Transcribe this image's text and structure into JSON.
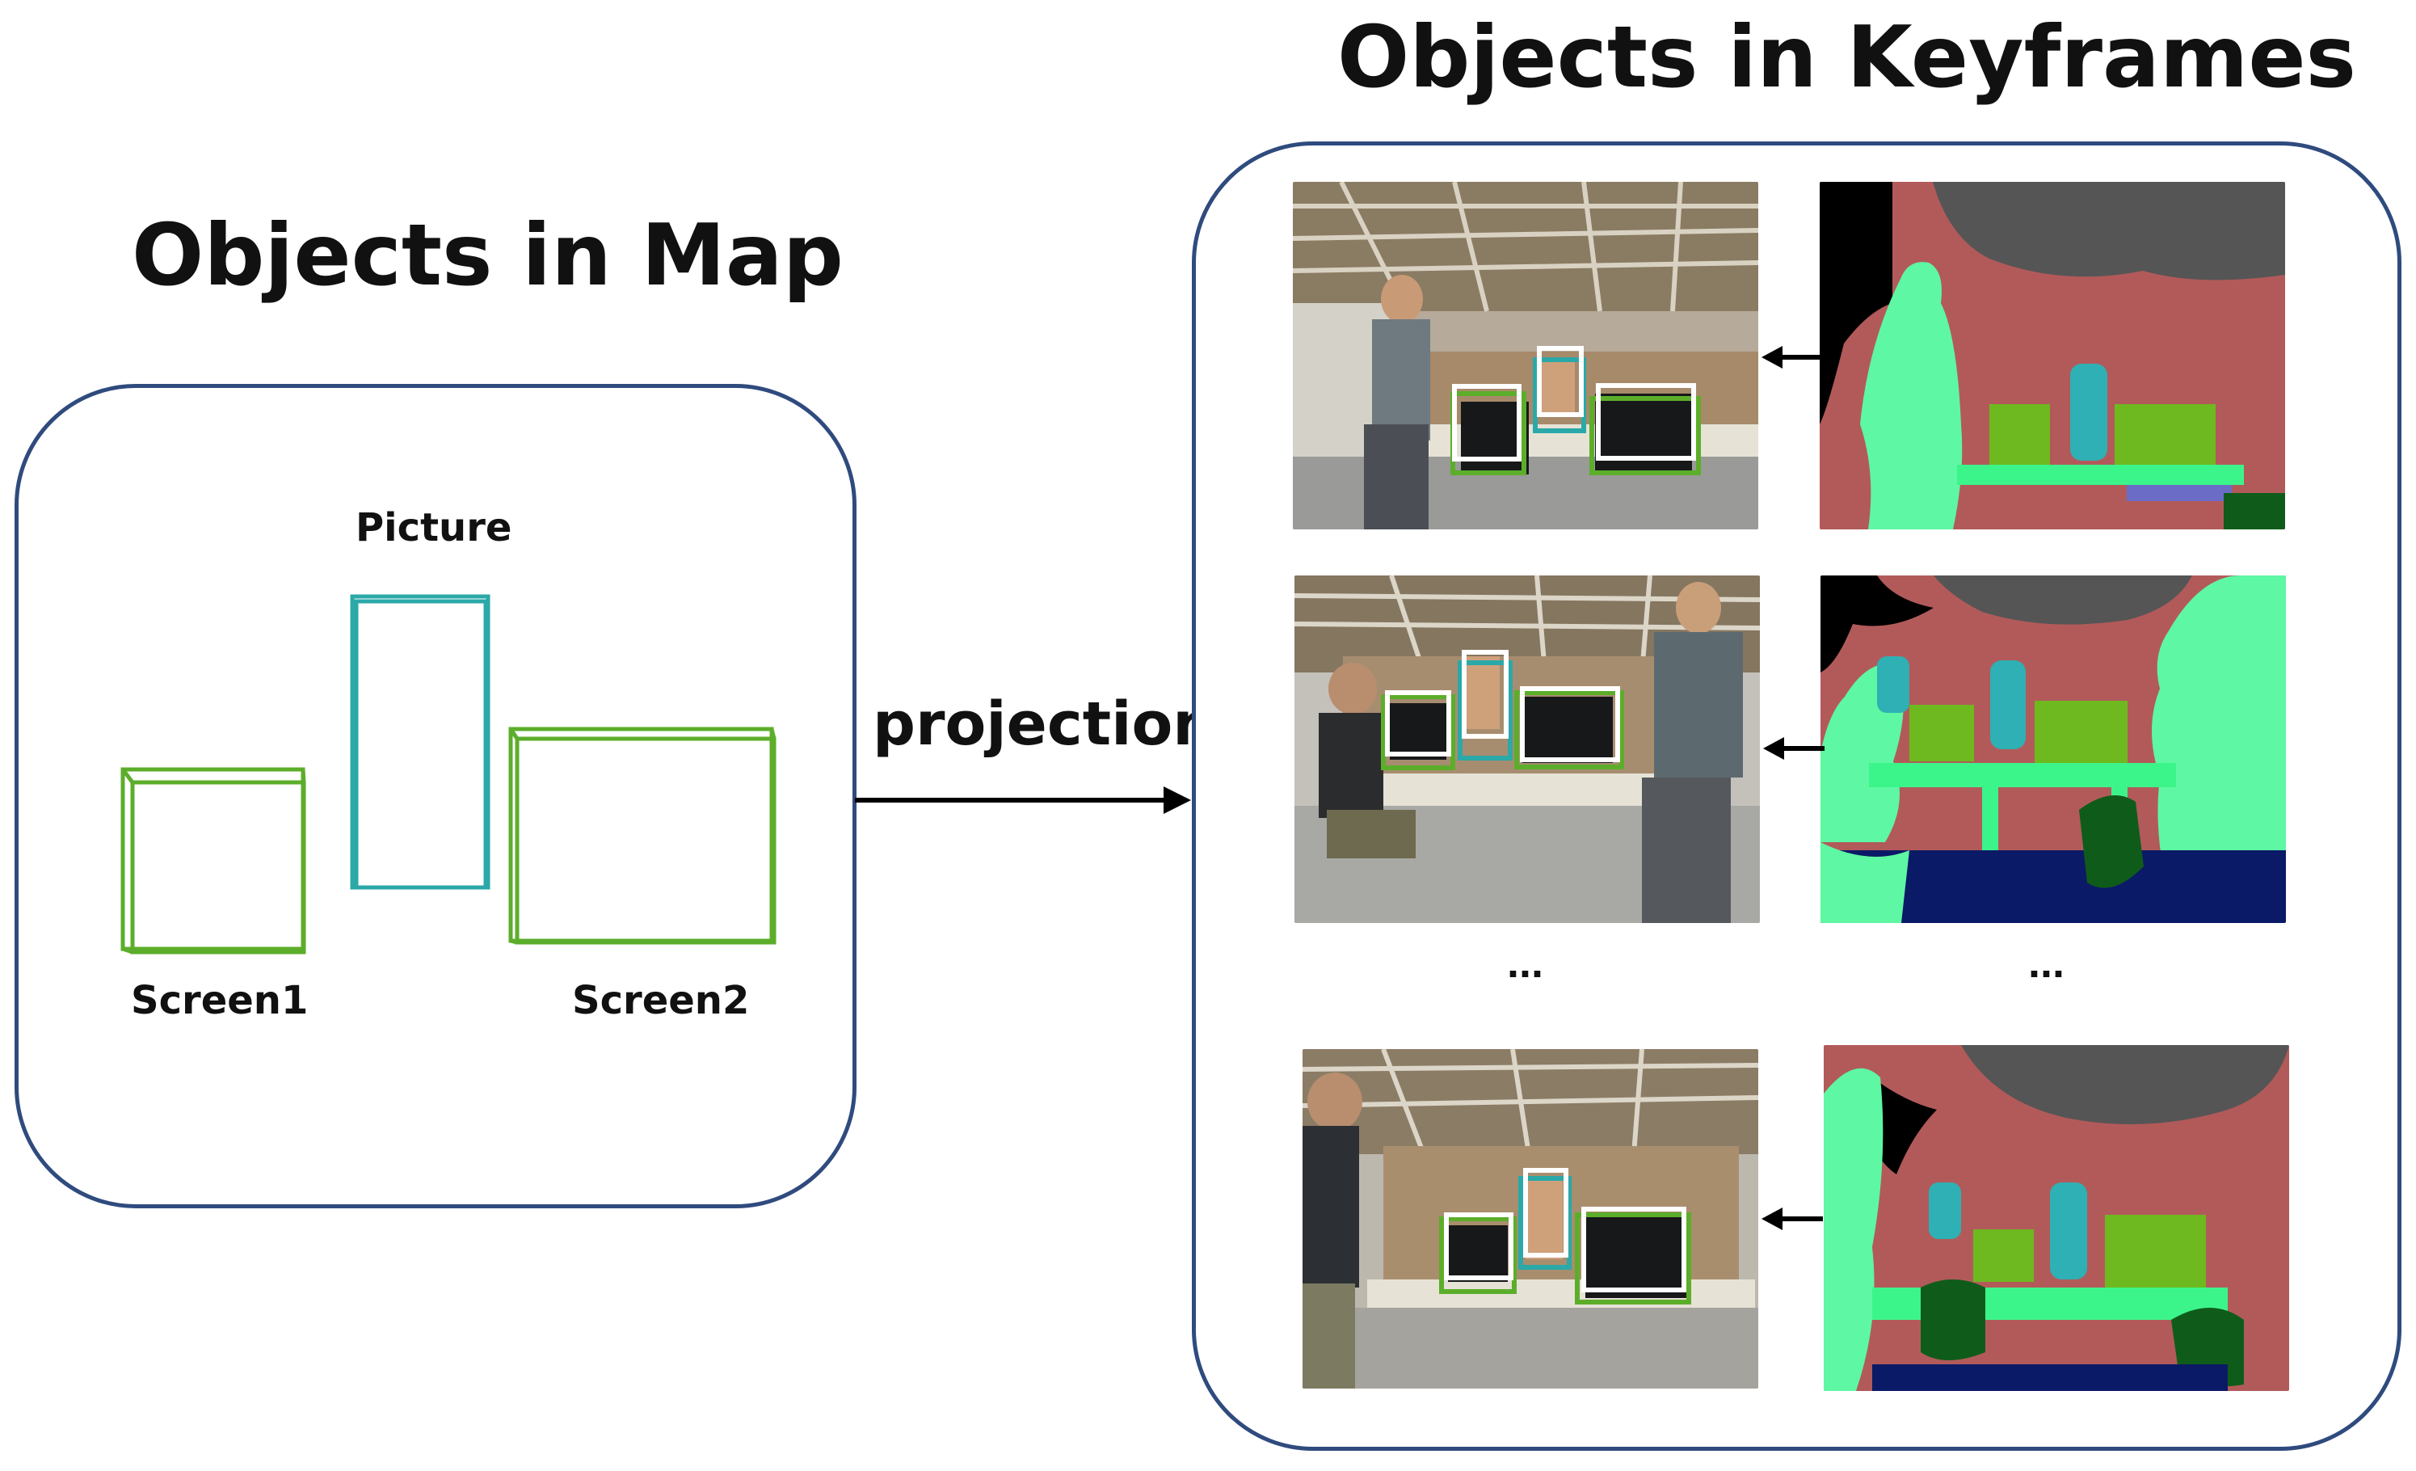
{
  "left_panel": {
    "title": "Objects in Map",
    "objects": [
      {
        "label": "Picture",
        "color": "#2ba8a8"
      },
      {
        "label": "Screen1",
        "color": "#5cae2a"
      },
      {
        "label": "Screen2",
        "color": "#5cae2a"
      }
    ]
  },
  "arrow": {
    "label": "projection"
  },
  "right_panel": {
    "title": "Objects in Keyframes",
    "ellipsis_left": "...",
    "ellipsis_right": "..."
  },
  "colors": {
    "panel_border": "#2f4b7e",
    "screen_box": "#5cae2a",
    "picture_box": "#2ba8a8",
    "detection_box": "#ffffff",
    "seg_background": "#b25a5a",
    "seg_ceiling": "#555555",
    "seg_person": "#5ef7a3",
    "seg_monitor": "#6db91f",
    "seg_picture": "#2fb0b4",
    "seg_desk": "#3cf58a",
    "seg_chair": "#0f5c1a",
    "seg_floor": "#0b1a66"
  }
}
